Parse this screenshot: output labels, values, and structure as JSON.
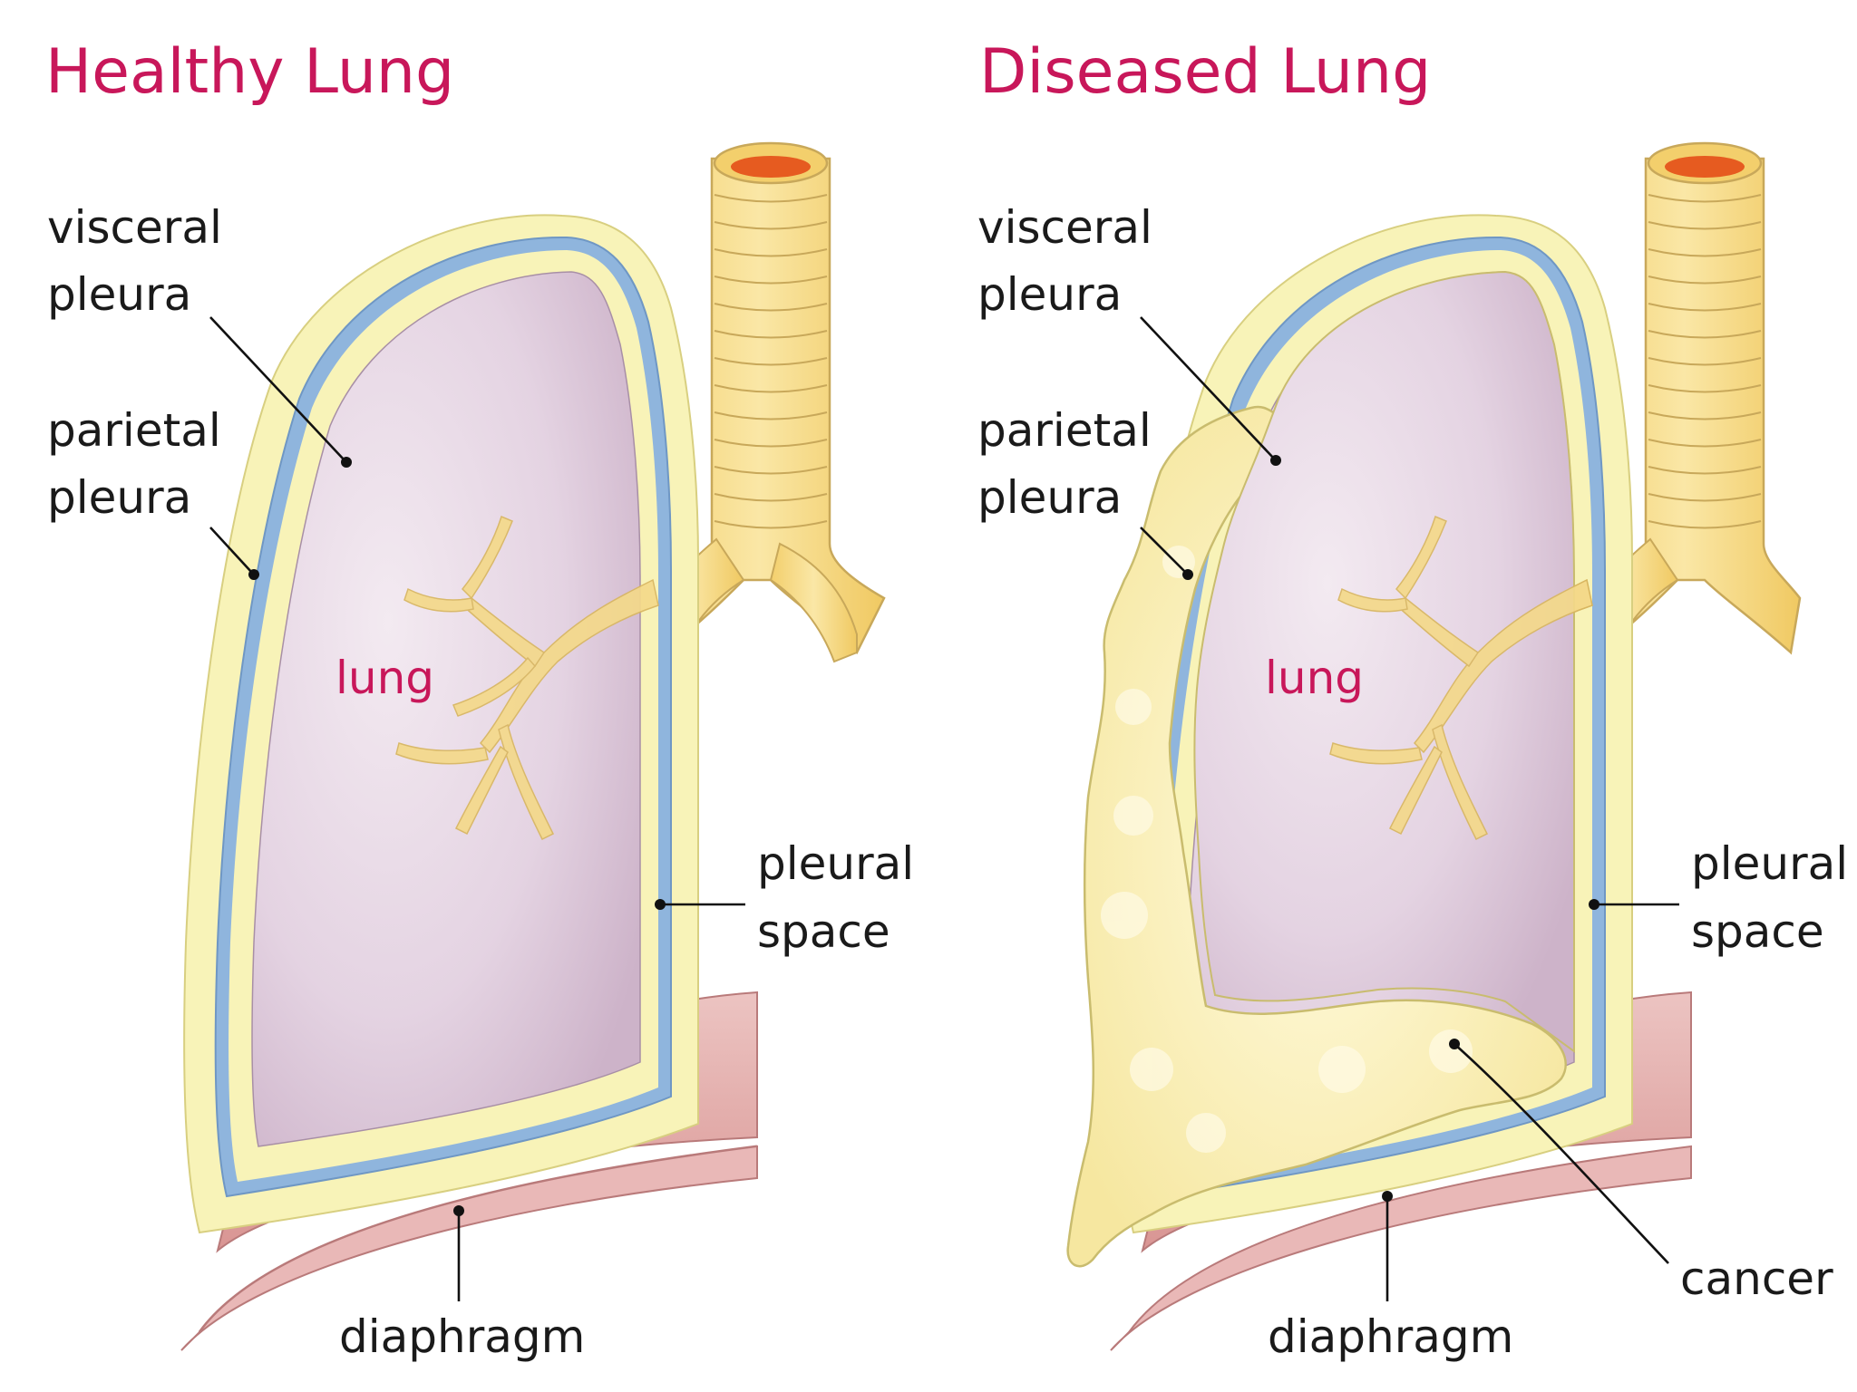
{
  "panels": [
    {
      "title": "Healthy Lung",
      "labels": {
        "visceral_line1": "visceral",
        "visceral_line2": "pleura",
        "parietal_line1": "parietal",
        "parietal_line2": "pleura",
        "organ": "lung",
        "space_line1": "pleural",
        "space_line2": "space",
        "diaphragm": "diaphragm"
      }
    },
    {
      "title": "Diseased Lung",
      "labels": {
        "visceral_line1": "visceral",
        "visceral_line2": "pleura",
        "parietal_line1": "parietal",
        "parietal_line2": "pleura",
        "organ": "lung",
        "space_line1": "pleural",
        "space_line2": "space",
        "diaphragm": "diaphragm",
        "cancer": "cancer"
      }
    }
  ],
  "colors": {
    "title": "#c8175a",
    "lung_fill": "#e6d6e4",
    "visceral_pleura": "#8fb5dd",
    "parietal_pleura": "#f8f3b8",
    "airway": "#f6dc85",
    "diaphragm": "#e7b3b2",
    "cancer": "#fbf2b8"
  }
}
